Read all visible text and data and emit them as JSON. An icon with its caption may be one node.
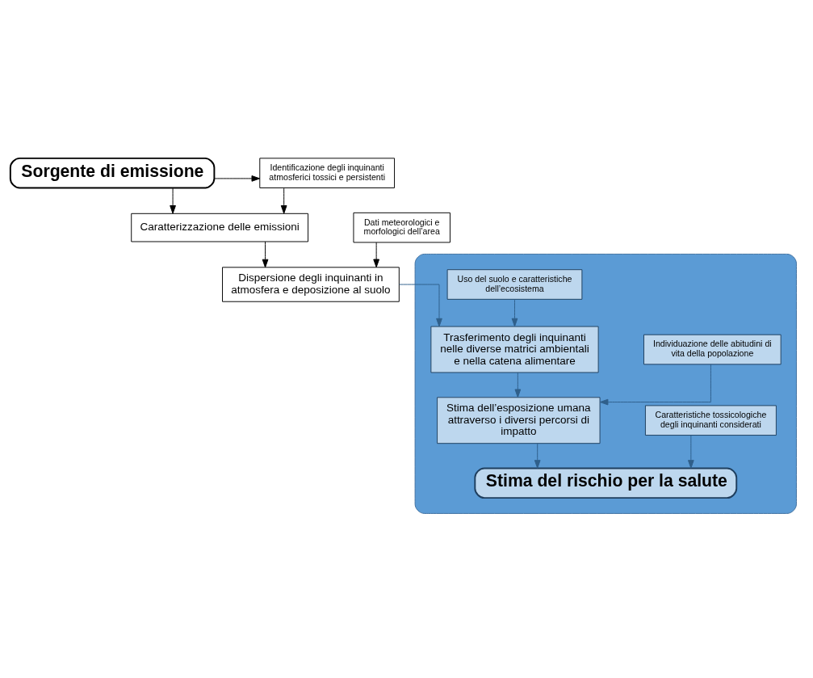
{
  "diagram": {
    "nodes": [
      {
        "text": [
          "Sorgente di emissione"
        ]
      },
      {
        "text": [
          "Identificazione degli inquinanti atmosferici tossici e persistenti"
        ]
      },
      {
        "text": [
          "Caratterizzazione delle emissioni"
        ]
      },
      {
        "text": [
          "Dati meteorologici e morfologici dell’area"
        ]
      },
      {
        "text": [
          "Dispersione degli inquinanti in atmosfera e deposizione al suolo"
        ]
      },
      {
        "text": [],
        "shape": "box"
      },
      {
        "text": [
          "Uso del suolo e caratteristiche dell’ecosistema"
        ],
        "in": 5
      },
      {
        "text": [
          "Trasferimento degli inquinanti nelle diverse matrici ambientali e nella catena alimentare"
        ],
        "in": 5
      },
      {
        "text": [
          "Individuazione delle abitudini di vita della popolazione"
        ],
        "in": 5
      },
      {
        "text": [
          "Stima dell’esposizione umana attraverso i diversi percorsi di impatto"
        ],
        "in": 5
      },
      {
        "text": [
          "Caratteristiche tossicologiche degli inquinanti considerati"
        ],
        "in": 5
      },
      {
        "text": [
          "Stima del rischio per la salute"
        ],
        "in": 5
      }
    ],
    "edges": [
      {
        "from": 0,
        "to": 1,
        "arrow": "to",
        "color": "#000000"
      },
      {
        "from": 0,
        "to": 2,
        "arrow": "to",
        "color": "#000000"
      },
      {
        "from": 1,
        "to": 2,
        "arrow": "to",
        "color": "#000000"
      },
      {
        "from": 2,
        "to": 4,
        "arrow": "to",
        "color": "#000000"
      },
      {
        "from": 3,
        "to": 4,
        "arrow": "to",
        "color": "#000000"
      },
      {
        "from": 4,
        "to": 7,
        "arrow": "to"
      },
      {
        "from": 6,
        "to": 7,
        "arrow": "to"
      },
      {
        "from": 7,
        "to": 9,
        "arrow": "to"
      },
      {
        "from": 8,
        "to": 9,
        "arrow": "to"
      },
      {
        "from": 9,
        "to": 11,
        "arrow": "to"
      },
      {
        "from": 10,
        "to": 11,
        "arrow": "to"
      }
    ]
  }
}
